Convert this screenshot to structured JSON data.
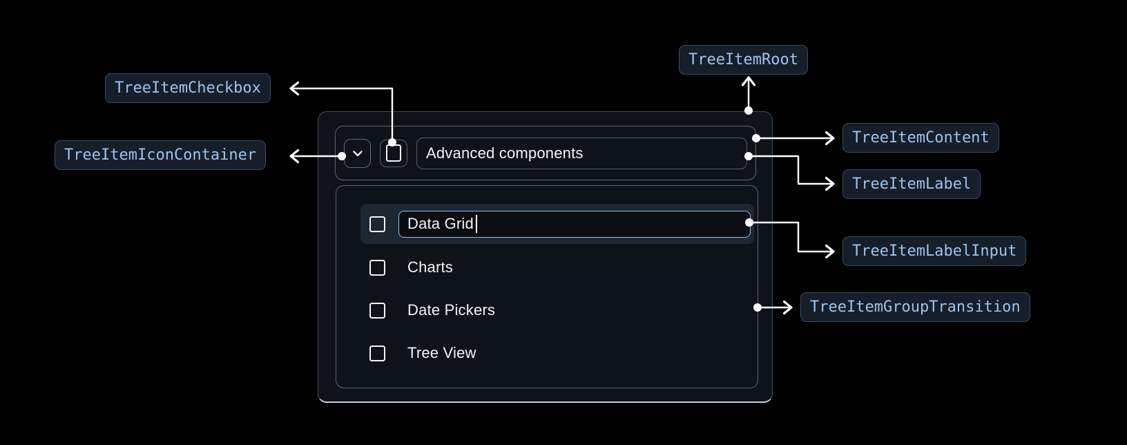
{
  "diagram": {
    "annotations": {
      "root": "TreeItemRoot",
      "checkbox": "TreeItemCheckbox",
      "icon_container": "TreeItemIconContainer",
      "content": "TreeItemContent",
      "label": "TreeItemLabel",
      "label_input": "TreeItemLabelInput",
      "group_transition": "TreeItemGroupTransition"
    }
  },
  "tree": {
    "parent": {
      "label": "Advanced components",
      "expanded": true,
      "checked": false
    },
    "items": [
      {
        "label": "Data Grid",
        "state": "editing",
        "checked": false
      },
      {
        "label": "Charts",
        "checked": false
      },
      {
        "label": "Date Pickers",
        "checked": false
      },
      {
        "label": "Tree View",
        "checked": false
      }
    ]
  },
  "icons": {
    "expand": "chevron-down-icon"
  },
  "colors": {
    "background": "#000000",
    "surface": "#0e1319",
    "outline": "#5d656d",
    "row_highlight": "#1d2631",
    "input_focus_border": "#92bde9",
    "badge_background": "#151e29",
    "badge_border": "#3d4c5d",
    "badge_text": "#9dc3ef",
    "connector": "#ffffff",
    "text": "#f2f4f6"
  }
}
